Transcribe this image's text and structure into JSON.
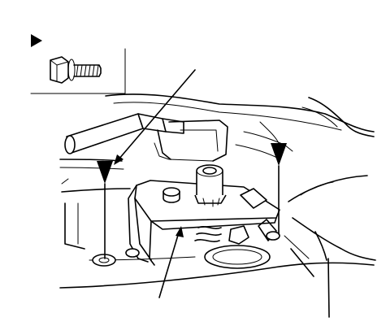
{
  "legend": {
    "marker": "triangle-pointer",
    "fastener": "flange-bolt-icon"
  },
  "callouts": [
    {
      "id": "bolt-location-left",
      "marker": "triangle-pointer"
    },
    {
      "id": "bolt-location-right",
      "marker": "triangle-pointer"
    },
    {
      "id": "leader-top",
      "marker": "arrow"
    },
    {
      "id": "leader-bottom",
      "marker": "arrow"
    },
    {
      "id": "leader-right",
      "marker": "line"
    }
  ],
  "colors": {
    "ink": "#000000",
    "paper": "#ffffff"
  }
}
